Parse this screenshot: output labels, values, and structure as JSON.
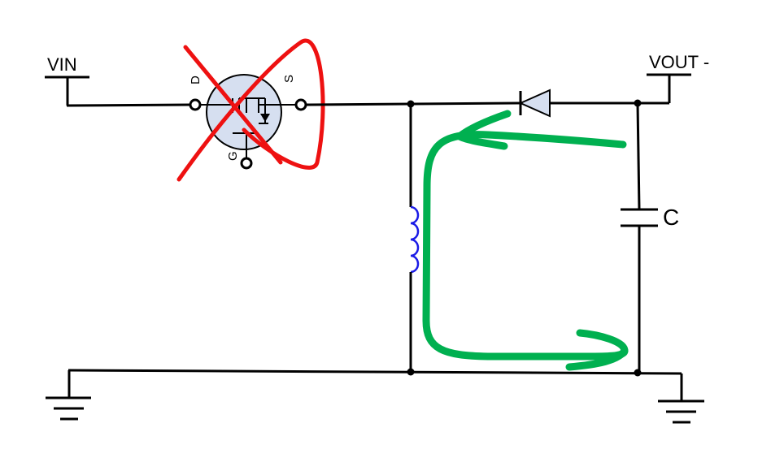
{
  "labels": {
    "vin": "VIN",
    "vout": "VOUT -",
    "capacitor": "C",
    "drain": "D",
    "source": "S",
    "gate": "G"
  },
  "colors": {
    "wire": "#000000",
    "inductor": "#1a1ae6",
    "mosfet_fill": "#d6dff0",
    "cross_out": "#ee1111",
    "current_path": "#00b050",
    "diode_fill": "#d6dff0"
  }
}
